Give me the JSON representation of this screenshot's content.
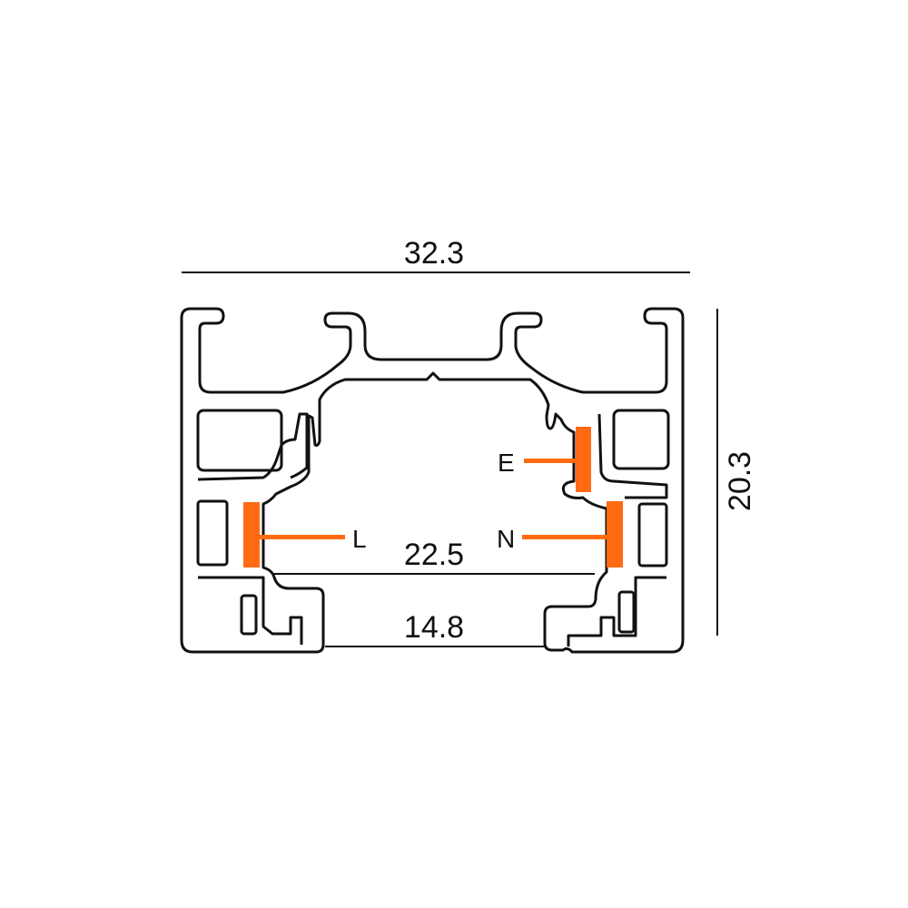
{
  "dimensions": {
    "width": "32.3",
    "height": "20.3",
    "inner_width": "22.5",
    "opening_width": "14.8"
  },
  "conductors": {
    "live": "L",
    "earth": "E",
    "neutral": "N"
  },
  "colors": {
    "outline": "#111111",
    "conductor": "#ff6a13"
  }
}
